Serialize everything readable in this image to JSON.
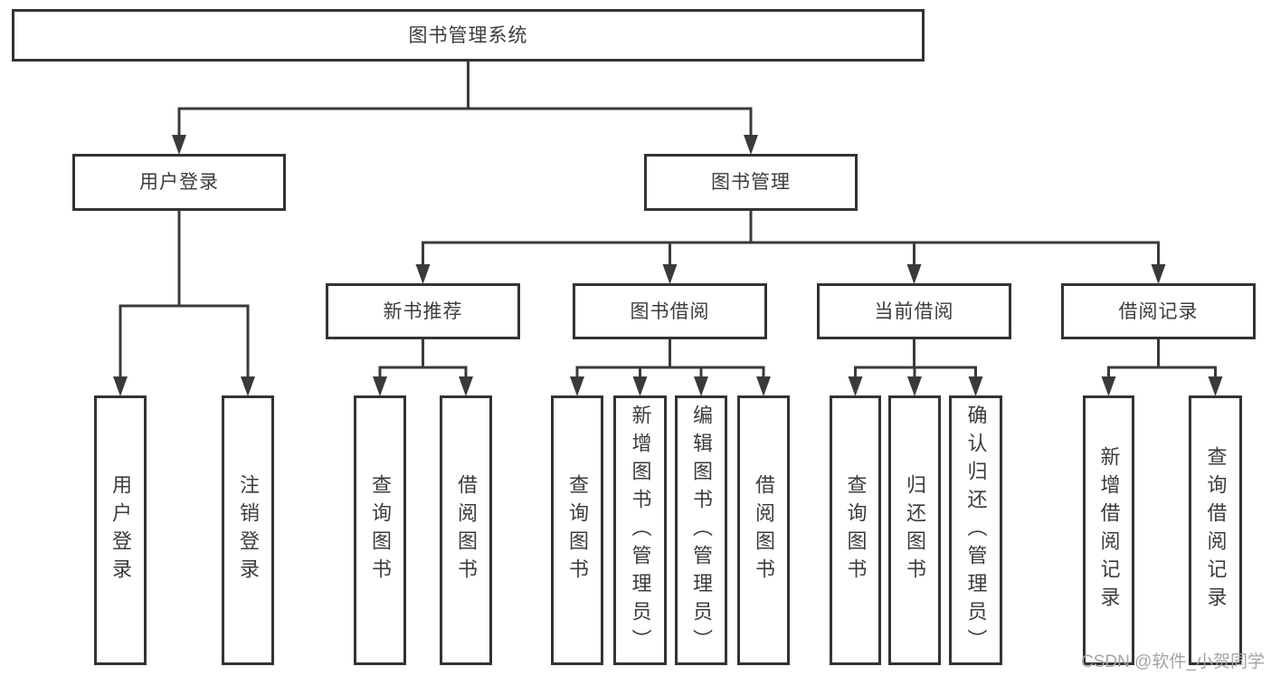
{
  "diagram": {
    "title": "图书管理系统",
    "type": "tree",
    "nodes": [
      {
        "id": "root",
        "label": "图书管理系统",
        "parent": null,
        "orientation": "horizontal"
      },
      {
        "id": "login",
        "label": "用户登录",
        "parent": "root",
        "orientation": "horizontal"
      },
      {
        "id": "mgmt",
        "label": "图书管理",
        "parent": "root",
        "orientation": "horizontal"
      },
      {
        "id": "login-user",
        "label": "用户登录",
        "parent": "login",
        "orientation": "vertical"
      },
      {
        "id": "login-logout",
        "label": "注销登录",
        "parent": "login",
        "orientation": "vertical"
      },
      {
        "id": "newbook",
        "label": "新书推荐",
        "parent": "mgmt",
        "orientation": "horizontal"
      },
      {
        "id": "borrow",
        "label": "图书借阅",
        "parent": "mgmt",
        "orientation": "horizontal"
      },
      {
        "id": "current",
        "label": "当前借阅",
        "parent": "mgmt",
        "orientation": "horizontal"
      },
      {
        "id": "records",
        "label": "借阅记录",
        "parent": "mgmt",
        "orientation": "horizontal"
      },
      {
        "id": "newbook-query",
        "label": "查询图书",
        "parent": "newbook",
        "orientation": "vertical"
      },
      {
        "id": "newbook-borrow",
        "label": "借阅图书",
        "parent": "newbook",
        "orientation": "vertical"
      },
      {
        "id": "borrow-query",
        "label": "查询图书",
        "parent": "borrow",
        "orientation": "vertical"
      },
      {
        "id": "borrow-add",
        "label": "新增图书（管理员）",
        "parent": "borrow",
        "orientation": "vertical"
      },
      {
        "id": "borrow-edit",
        "label": "编辑图书（管理员）",
        "parent": "borrow",
        "orientation": "vertical"
      },
      {
        "id": "borrow-borrow",
        "label": "借阅图书",
        "parent": "borrow",
        "orientation": "vertical"
      },
      {
        "id": "current-query",
        "label": "查询图书",
        "parent": "current",
        "orientation": "vertical"
      },
      {
        "id": "current-return",
        "label": "归还图书",
        "parent": "current",
        "orientation": "vertical"
      },
      {
        "id": "current-confirm",
        "label": "确认归还（管理员）",
        "parent": "current",
        "orientation": "vertical"
      },
      {
        "id": "records-add",
        "label": "新增借阅记录",
        "parent": "records",
        "orientation": "vertical"
      },
      {
        "id": "records-query",
        "label": "查询借阅记录",
        "parent": "records",
        "orientation": "vertical"
      }
    ],
    "colors": {
      "line": "#3a3a3a",
      "box_border": "#333333",
      "box_background": "#ffffff",
      "text": "#3c3c3c",
      "watermark": "#a4a4a4",
      "background": "#ffffff"
    },
    "watermark": "CSDN @软件_小贺同学"
  }
}
